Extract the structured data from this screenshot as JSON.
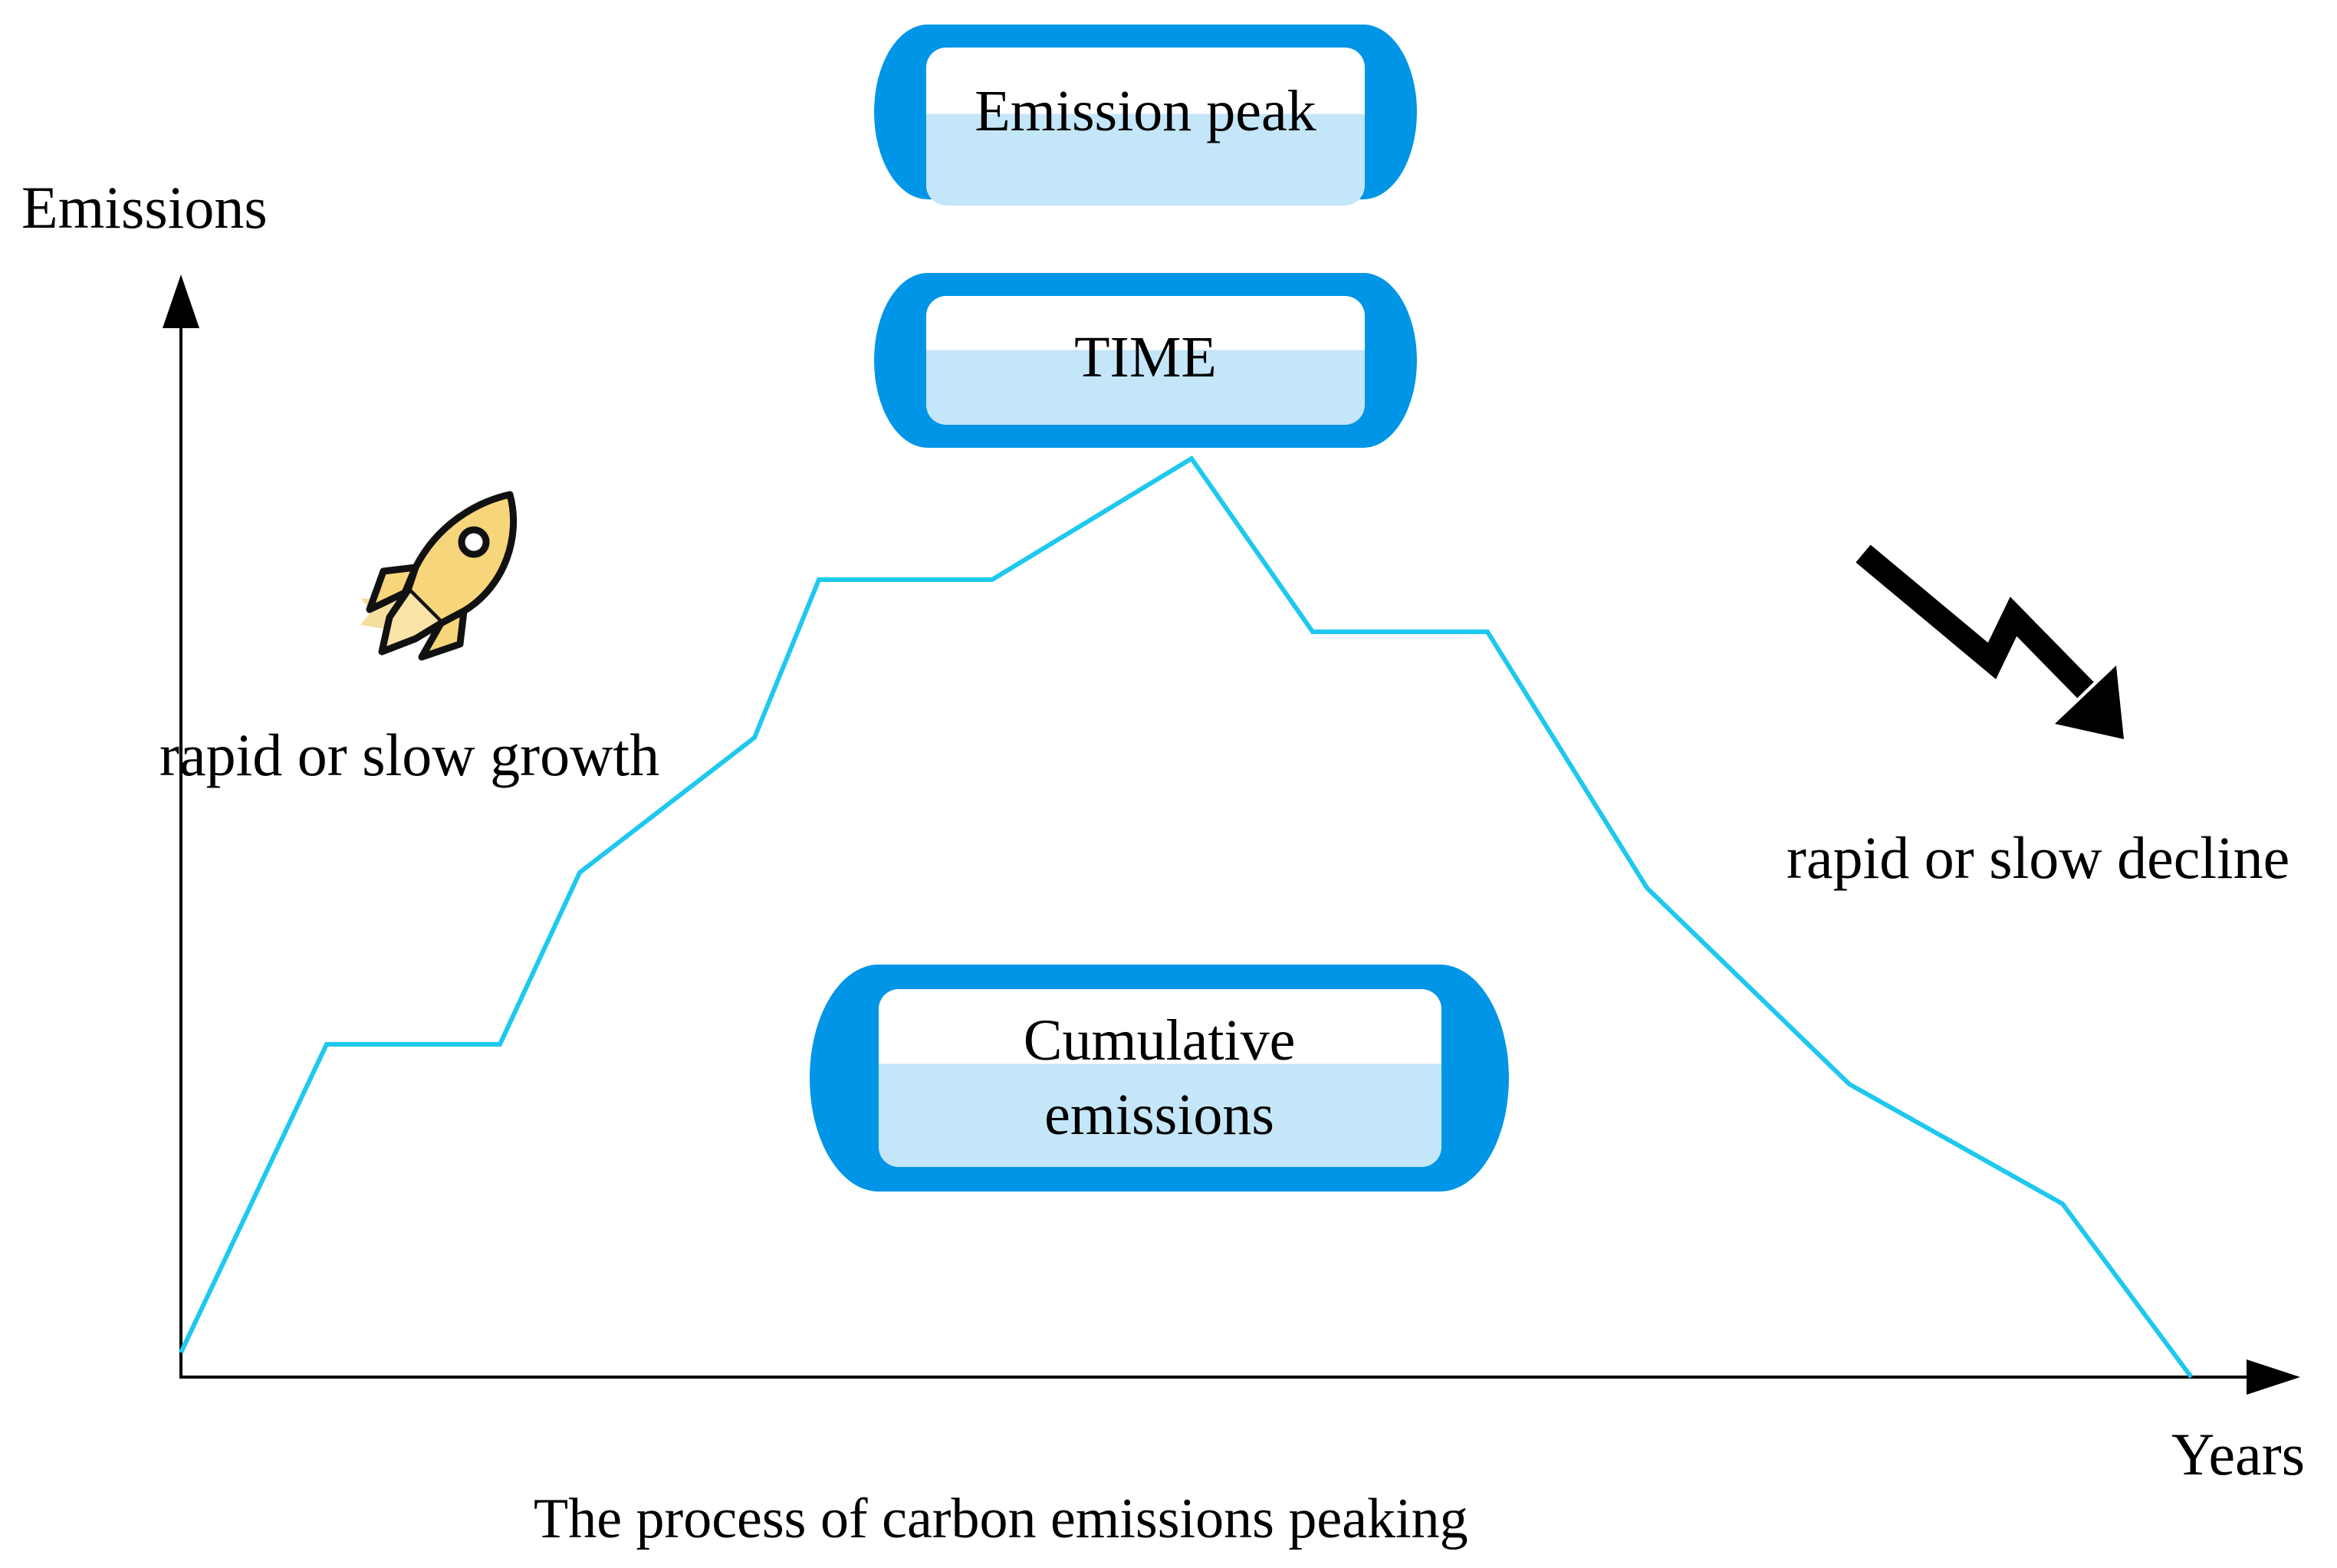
{
  "labels": {
    "y_axis": "Emissions",
    "x_axis": "Years",
    "growth": "rapid or slow growth",
    "decline": "rapid or slow decline",
    "caption": "The process of carbon emissions peaking"
  },
  "boxes": {
    "peak": "Emission peak",
    "time": "TIME",
    "cumulative_line1": "Cumulative",
    "cumulative_line2": "emissions"
  },
  "colors": {
    "curve": "#1ec8ee",
    "box_frame": "#0095e6",
    "box_fill": "#c4e6f8",
    "axis": "#000000",
    "rocket_body": "#f7d57a"
  },
  "icons": {
    "rocket": "rocket-icon",
    "arrow": "zigzag-down-arrow-icon"
  }
}
